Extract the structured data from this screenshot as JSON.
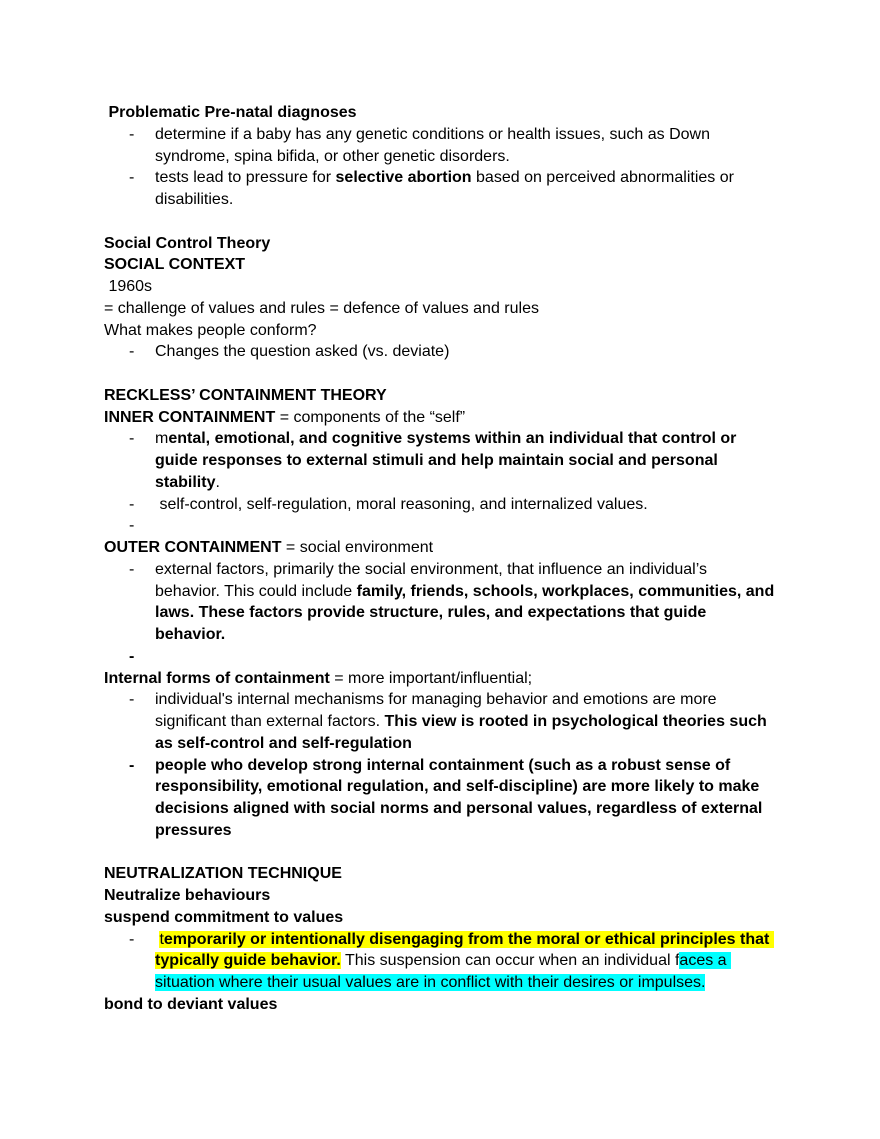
{
  "highlight_colors": {
    "yellow": "#ffff00",
    "cyan": "#00ffff"
  },
  "blocks": [
    {
      "type": "p",
      "segs": [
        {
          "t": " Problematic Pre-natal diagnoses",
          "b": true
        }
      ]
    },
    {
      "type": "li",
      "dash": "-",
      "segs": [
        {
          "t": "determine if a baby has any genetic conditions or health issues, such as Down syndrome, spina bifida, or other genetic disorders."
        }
      ]
    },
    {
      "type": "li",
      "dash": "-",
      "segs": [
        {
          "t": "tests lead to pressure for "
        },
        {
          "t": "selective abortion",
          "b": true
        },
        {
          "t": " based on perceived abnormalities or disabilities."
        }
      ]
    },
    {
      "type": "p",
      "segs": []
    },
    {
      "type": "p",
      "segs": [
        {
          "t": "Social Control Theory",
          "b": true
        }
      ]
    },
    {
      "type": "p",
      "segs": [
        {
          "t": "SOCIAL CONTEXT",
          "b": true
        }
      ]
    },
    {
      "type": "p",
      "segs": [
        {
          "t": " 1960s"
        }
      ]
    },
    {
      "type": "p",
      "segs": [
        {
          "t": "= challenge of values and rules = defence of values and rules"
        }
      ]
    },
    {
      "type": "p",
      "segs": [
        {
          "t": "What makes people conform?"
        }
      ]
    },
    {
      "type": "li",
      "dash": "-",
      "segs": [
        {
          "t": "Changes the question asked (vs. deviate)"
        }
      ]
    },
    {
      "type": "p",
      "segs": []
    },
    {
      "type": "p",
      "segs": [
        {
          "t": "RECKLESS’ CONTAINMENT THEORY",
          "b": true
        }
      ]
    },
    {
      "type": "p",
      "segs": [
        {
          "t": "INNER CONTAINMENT",
          "b": true
        },
        {
          "t": " = components of the “self”"
        }
      ]
    },
    {
      "type": "li",
      "dash": "-",
      "segs": [
        {
          "t": "m"
        },
        {
          "t": "ental, emotional, and cognitive systems within an individual that control or guide responses to external stimuli and help maintain social and personal stability",
          "b": true
        },
        {
          "t": "."
        }
      ]
    },
    {
      "type": "li",
      "dash": "-",
      "segs": [
        {
          "t": " self-control, self-regulation, moral reasoning, and internalized values."
        }
      ]
    },
    {
      "type": "li",
      "dash": "-",
      "segs": []
    },
    {
      "type": "p",
      "segs": [
        {
          "t": "OUTER CONTAINMENT",
          "b": true
        },
        {
          "t": " = social environment"
        }
      ]
    },
    {
      "type": "li",
      "dash": "-",
      "segs": [
        {
          "t": "external factors, primarily the social environment, that influence an individual’s behavior. This could include "
        },
        {
          "t": "family, friends, schools, workplaces, communities, and laws. These factors provide structure, rules, and expectations that guide behavior.",
          "b": true
        }
      ]
    },
    {
      "type": "li",
      "dash": "-",
      "dash_bold": true,
      "segs": []
    },
    {
      "type": "p",
      "segs": [
        {
          "t": "Internal forms of containment",
          "b": true
        },
        {
          "t": " = more important/influential;"
        }
      ]
    },
    {
      "type": "li",
      "dash": "-",
      "segs": [
        {
          "t": "individual's internal mechanisms for managing behavior and emotions are more significant than external factors. "
        },
        {
          "t": "This view is rooted in psychological theories such as self-control and self-regulation",
          "b": true
        }
      ]
    },
    {
      "type": "li",
      "dash": "-",
      "dash_bold": true,
      "segs": [
        {
          "t": "people who develop strong internal containment (such as a robust sense of responsibility, emotional regulation, and self-discipline) are more likely to make decisions aligned with social norms and personal values, regardless of external pressures",
          "b": true
        }
      ]
    },
    {
      "type": "p",
      "segs": []
    },
    {
      "type": "p",
      "segs": [
        {
          "t": "NEUTRALIZATION TECHNIQUE",
          "b": true
        }
      ]
    },
    {
      "type": "p",
      "segs": [
        {
          "t": "Neutralize behaviours",
          "b": true
        }
      ]
    },
    {
      "type": "p",
      "segs": [
        {
          "t": "suspend commitment to values",
          "b": true
        }
      ]
    },
    {
      "type": "li",
      "dash": "-",
      "segs": [
        {
          "t": " "
        },
        {
          "t": "t",
          "hl": "yellow"
        },
        {
          "t": "emporarily or intentionally disengaging from the moral or ethical principles that typically guide behavior.",
          "b": true,
          "hl": "yellow"
        },
        {
          "t": " This suspension can occur when an individual f"
        },
        {
          "t": "aces a situation where their usual values are in conflict with their desires or impulses.",
          "hl": "cyan"
        }
      ]
    },
    {
      "type": "p",
      "segs": [
        {
          "t": "bond to deviant values",
          "b": true
        }
      ]
    }
  ]
}
